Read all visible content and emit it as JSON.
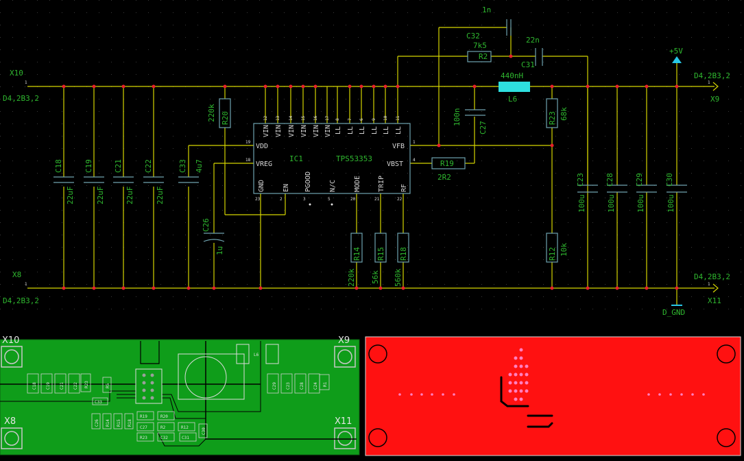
{
  "connectors": {
    "x10": {
      "name": "X10",
      "pin": "1",
      "type": "D4,2B3,2"
    },
    "x8": {
      "name": "X8",
      "pin": "1",
      "type": "D4,2B3,2"
    },
    "x9": {
      "name": "X9",
      "pin": "1",
      "type": "D4,2B3,2"
    },
    "x11": {
      "name": "X11",
      "pin": "1",
      "type": "D4,2B3,2"
    }
  },
  "ic": {
    "name": "IC1",
    "part": "TPS53353",
    "pins": {
      "vin": "VIN",
      "ll": "LL",
      "vdd": "VDD",
      "vreg": "VREG",
      "vfb": "VFB",
      "vbst": "VBST",
      "gnd": "GND",
      "en": "EN",
      "pgood": "PGOOD",
      "nc": "N/C",
      "mode": "MODE",
      "trip": "TRIP",
      "rf": "RF"
    },
    "pin_numbers": [
      "12",
      "13",
      "14",
      "15",
      "16",
      "17",
      "8",
      "7",
      "6",
      "9",
      "10",
      "11",
      "19",
      "18",
      "1",
      "4",
      "23",
      "2",
      "3",
      "5",
      "20",
      "21",
      "22"
    ]
  },
  "components": {
    "c18": {
      "name": "C18",
      "value": "22uF"
    },
    "c19": {
      "name": "C19",
      "value": "22uF"
    },
    "c21": {
      "name": "C21",
      "value": "22uF"
    },
    "c22": {
      "name": "C22",
      "value": "22uF"
    },
    "c33": {
      "name": "C33",
      "value": "4u7"
    },
    "c26": {
      "name": "C26",
      "value": "1u"
    },
    "c27": {
      "name": "C27",
      "value": "100n"
    },
    "c32": {
      "name": "C32",
      "value": "1n"
    },
    "c31": {
      "name": "C31",
      "value": "22n"
    },
    "c23": {
      "name": "C23",
      "value": "100u"
    },
    "c28": {
      "name": "C28",
      "value": "100u"
    },
    "c29": {
      "name": "C29",
      "value": "100u"
    },
    "c30": {
      "name": "C30",
      "value": "100u"
    },
    "r20": {
      "name": "R20",
      "value": "220k"
    },
    "r2": {
      "name": "R2",
      "value": "7k5"
    },
    "r19": {
      "name": "R19",
      "value": "2R2"
    },
    "r23": {
      "name": "R23",
      "value": "68k"
    },
    "r12": {
      "name": "R12",
      "value": "10k"
    },
    "r14": {
      "name": "R14",
      "value": "220k"
    },
    "r15": {
      "name": "R15",
      "value": "56k"
    },
    "r18": {
      "name": "R18",
      "value": "560k"
    },
    "l6": {
      "name": "L6",
      "value": "440nH"
    }
  },
  "power": {
    "vout": "+5V",
    "gnd": "D_GND"
  },
  "pcb_top": {
    "labels": {
      "x10": "X10",
      "x9": "X9",
      "x8": "X8",
      "x11": "X11"
    },
    "silk": [
      "C18",
      "C19",
      "C21",
      "C22",
      "R23",
      "R5",
      "C33",
      "C26",
      "R14",
      "R15",
      "R18",
      "R19",
      "R20",
      "C27",
      "R2",
      "C32",
      "C31",
      "R12",
      "R23",
      "C30",
      "C29",
      "C23",
      "C28",
      "C24",
      "R1",
      "L6"
    ]
  },
  "colors": {
    "background": "#000000",
    "wire": "#d6d600",
    "component": "#6fa3b0",
    "junction": "#e8202a",
    "text": "#2fb82f",
    "pcb_green": "#0f9d1a",
    "pcb_red": "#ff1111",
    "inductor": "#2ee0e0",
    "power_symbol": "#28c8e8"
  }
}
